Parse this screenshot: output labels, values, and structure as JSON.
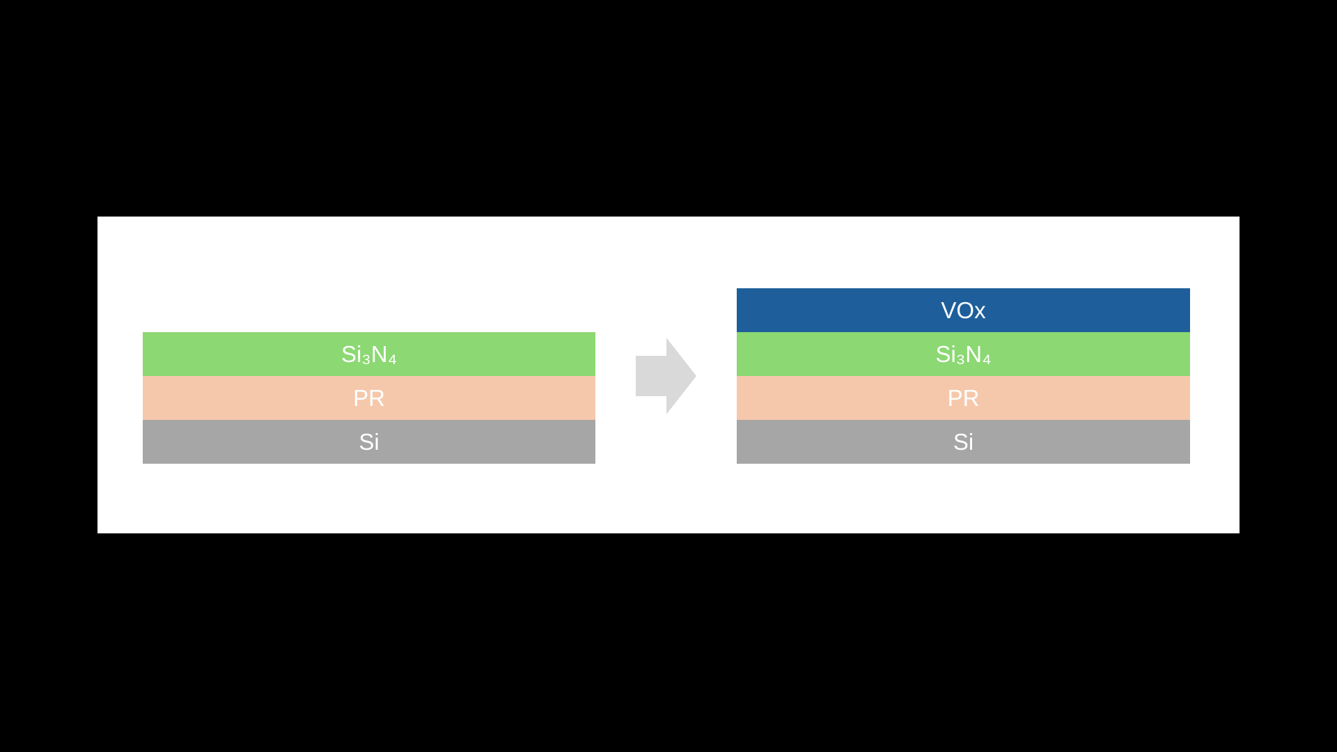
{
  "scene": {
    "background_color": "#000000",
    "panel_color": "#ffffff",
    "text_color": "#ffffff"
  },
  "diagram": {
    "before_stack": {
      "layers": [
        {
          "label": "Si₃N₄",
          "color": "#8cd873"
        },
        {
          "label": "PR",
          "color": "#f5c8ab"
        },
        {
          "label": "Si",
          "color": "#a6a6a6"
        }
      ]
    },
    "arrow": {
      "direction": "right",
      "color": "#d9d9d9"
    },
    "after_stack": {
      "layers": [
        {
          "label": "VOx",
          "color": "#1e5f9b"
        },
        {
          "label": "Si₃N₄",
          "color": "#8cd873"
        },
        {
          "label": "PR",
          "color": "#f5c8ab"
        },
        {
          "label": "Si",
          "color": "#a6a6a6"
        }
      ]
    }
  }
}
